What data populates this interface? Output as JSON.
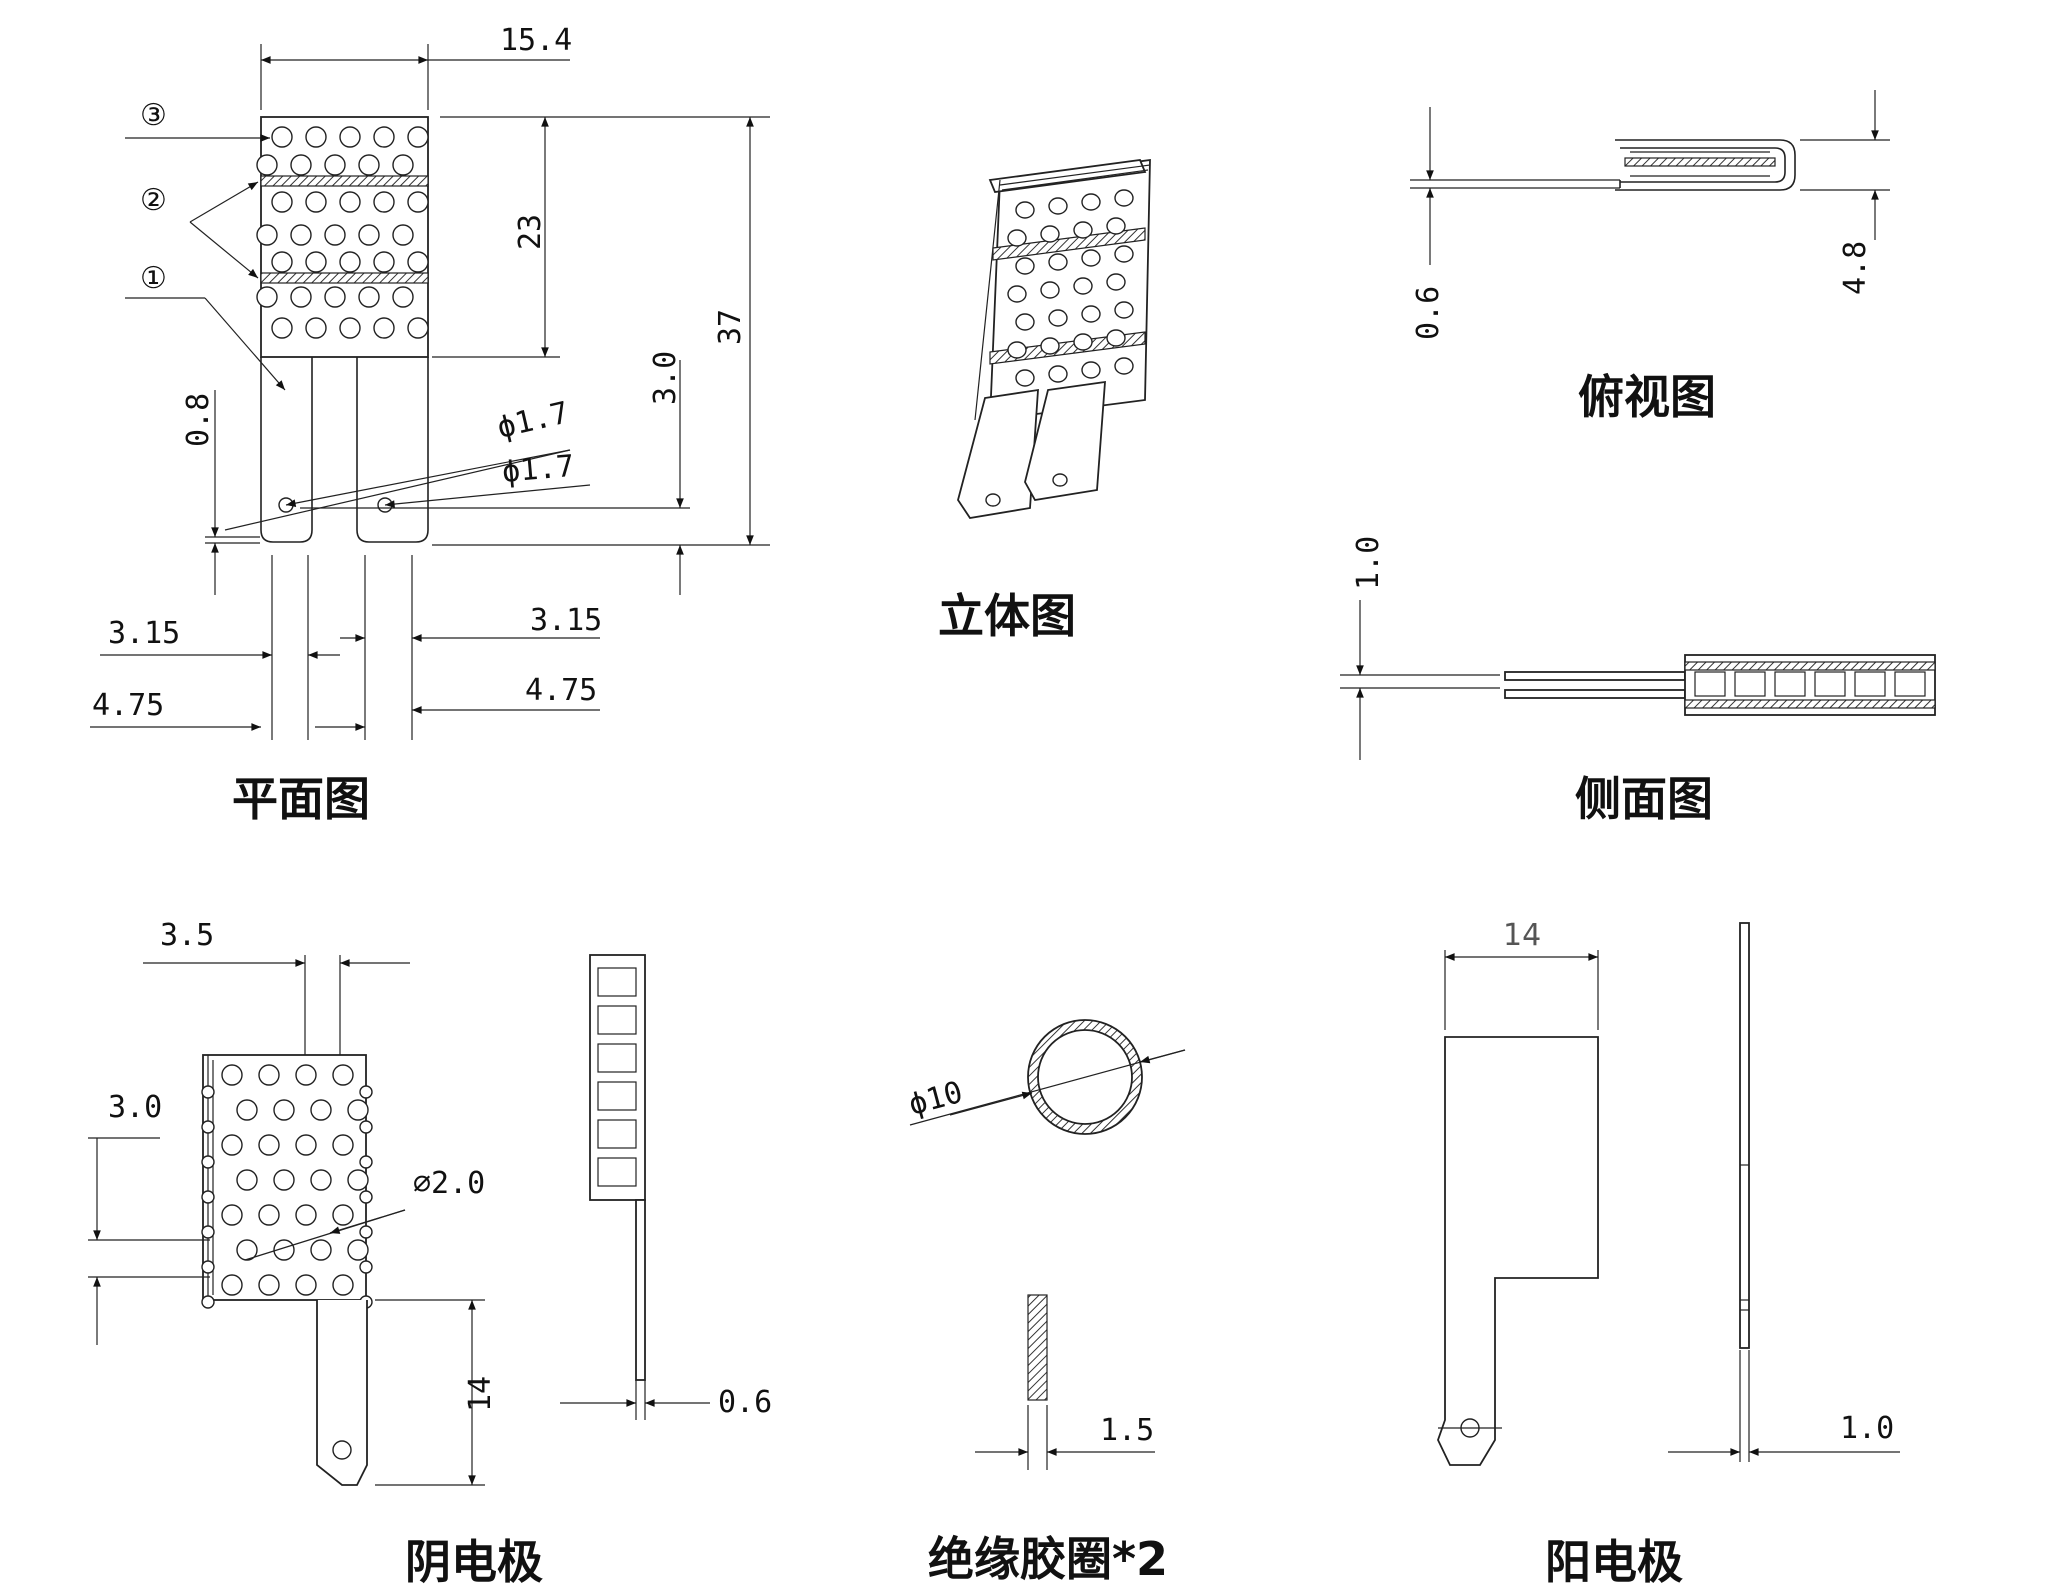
{
  "captions": {
    "plan": "平面图",
    "iso": "立体图",
    "top": "俯视图",
    "side": "侧面图",
    "cathode": "阴电极",
    "ring": "绝缘胶圈*2",
    "anode": "阳电极"
  },
  "plan_dims": {
    "width": "15.4",
    "upper": "23",
    "total": "37",
    "tab_gap": "3.0",
    "tab_tip": "0.8",
    "hole_a": "ϕ1.7",
    "hole_b": "ϕ1.7",
    "tab_w_l": "3.15",
    "tab_w_r": "3.15",
    "tab_off_l": "4.75",
    "tab_off_r": "4.75"
  },
  "markers": [
    "③",
    "②",
    "①"
  ],
  "top_dims": {
    "thickness": "0.6",
    "height": "4.8"
  },
  "side_dims": {
    "thickness": "1.0"
  },
  "cathode_dims": {
    "pitch": "3.5",
    "row": "3.0",
    "hole": "⌀2.0",
    "tab_len": "14",
    "thickness": "0.6"
  },
  "ring_dims": {
    "diameter": "ϕ10",
    "width": "1.5"
  },
  "anode_dims": {
    "width": "14",
    "thickness": "1.0"
  }
}
